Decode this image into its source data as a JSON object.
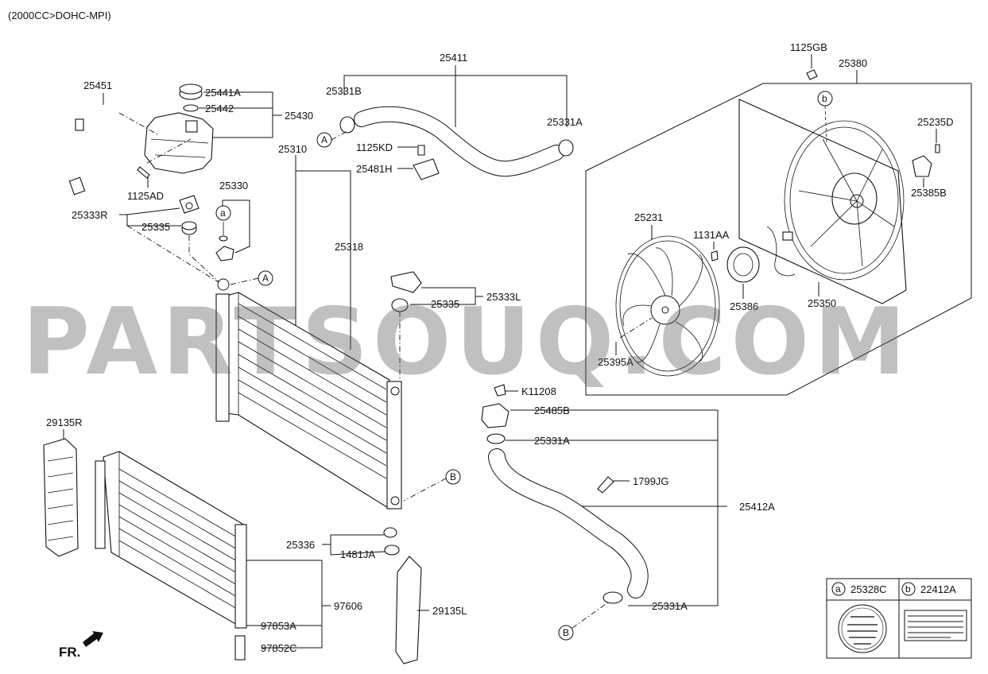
{
  "header": {
    "engine_spec": "(2000CC>DOHC-MPI)"
  },
  "watermark": "PARTSOUQ.COM",
  "orientation": {
    "label": "FR."
  },
  "callouts": [
    "A",
    "B",
    "a",
    "b"
  ],
  "parts": {
    "p25451": "25451",
    "p25441A": "25441A",
    "p25442": "25442",
    "p25430": "25430",
    "p1125AD": "1125AD",
    "p25333R": "25333R",
    "p25335a": "25335",
    "p25330": "25330",
    "p25331B": "25331B",
    "p25411": "25411",
    "p25331A_top": "25331A",
    "p1125KD": "1125KD",
    "p25481H": "25481H",
    "p25310": "25310",
    "p25318": "25318",
    "p25333L": "25333L",
    "p25335b": "25335",
    "p1125GB": "1125GB",
    "p25380": "25380",
    "p25235D": "25235D",
    "p25385B": "25385B",
    "p25231": "25231",
    "p1131AA": "1131AA",
    "p25386": "25386",
    "p25350": "25350",
    "p25395A": "25395A",
    "pK11208": "K11208",
    "p25485B": "25485B",
    "p25331A_mid": "25331A",
    "p1799JG": "1799JG",
    "p25412A": "25412A",
    "p25331A_bot": "25331A",
    "p29135R": "29135R",
    "p25336": "25336",
    "p1481JA": "1481JA",
    "p97606": "97606",
    "p97853A": "97853A",
    "p97852C": "97852C",
    "p29135L": "29135L"
  },
  "legend": {
    "a_key": "a",
    "a_part": "25328C",
    "b_key": "b",
    "b_part": "22412A"
  }
}
